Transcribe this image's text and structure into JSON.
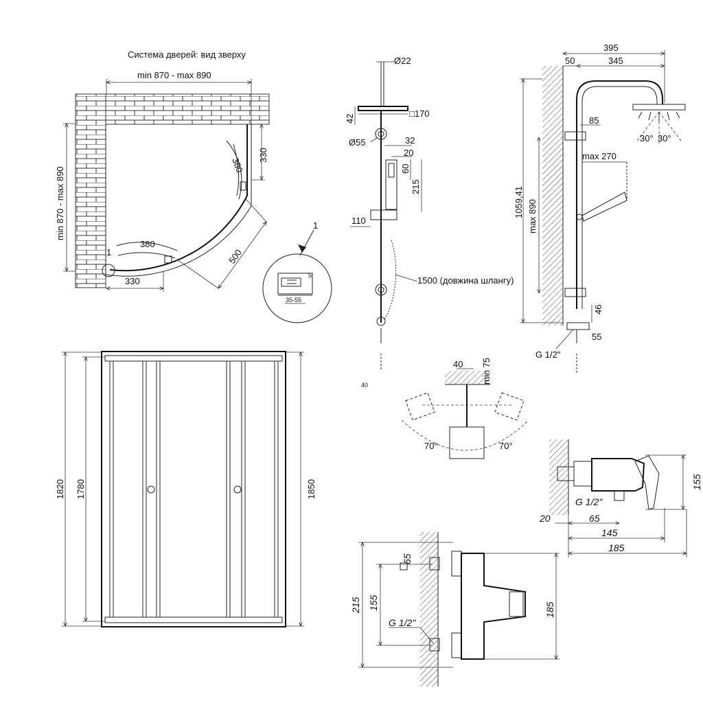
{
  "top_view": {
    "title": "Система дверей: вид зверху",
    "width": "min 870 - max 890",
    "depth": "min 870 - max 890",
    "side": "330",
    "bottom": "330",
    "door1": "380",
    "door2": "380",
    "diagonal": "500",
    "callout": "1"
  },
  "detail": {
    "gap": "35-55",
    "five": "5"
  },
  "front_view": {
    "h1": "1820",
    "h2": "1780",
    "h3": "1850"
  },
  "shower_set": {
    "pipe_d": "Ø22",
    "head_h": "42",
    "head_size": "□170",
    "knob_d": "Ø55",
    "w32": "32",
    "w20": "20",
    "h60": "60",
    "h215": "215",
    "h110": "110",
    "hose": "1500 (довжина шлангу)",
    "bottom": "40"
  },
  "side_view": {
    "total": "395",
    "w50": "50",
    "w345": "345",
    "w85": "85",
    "max270": "max 270",
    "h1059": "1059,41",
    "max890": "max 890",
    "h46": "46",
    "h55": "55",
    "angle1": "30°",
    "angle2": "30°",
    "thread": "G 1/2\""
  },
  "rotation": {
    "w40": "40",
    "min75": "min 75",
    "a1": "70°",
    "a2": "70°"
  },
  "mixer_side": {
    "h155": "155",
    "thread": "G 1/2''",
    "w20": "20",
    "w65": "65",
    "w145": "145",
    "w185": "185"
  },
  "mixer_front": {
    "sq65": "65",
    "h215": "215",
    "h155": "155",
    "thread": "G 1/2''",
    "h185": "185"
  }
}
